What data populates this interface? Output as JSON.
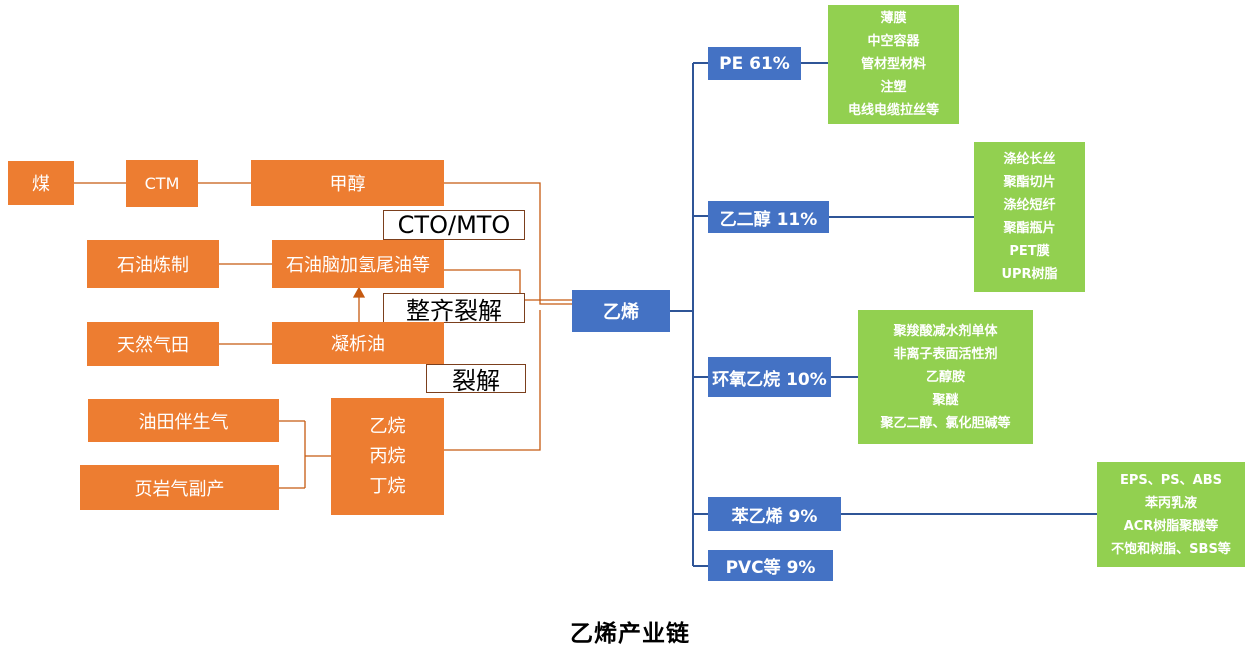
{
  "title": "乙烯产业链",
  "sources": {
    "coal": "煤",
    "ctm": "CTM",
    "methanol": "甲醇",
    "refining": "石油炼制",
    "naphtha": "石油脑加氢尾油等",
    "gasfield": "天然气田",
    "condensate": "凝析油",
    "associated_gas": "油田伴生气",
    "shale_gas": "页岩气副产",
    "alkanes": [
      "乙烷",
      "丙烷",
      "丁烷"
    ]
  },
  "processes": {
    "cto_mto": "CTO/MTO",
    "steam_cracking": "整齐裂解",
    "cracking": "裂解"
  },
  "center": "乙烯",
  "products": [
    {
      "label": "PE 61%",
      "uses": [
        "薄膜",
        "中空容器",
        "管材型材料",
        "注塑",
        "电线电缆拉丝等"
      ]
    },
    {
      "label": "乙二醇 11%",
      "uses": [
        "涤纶长丝",
        "聚酯切片",
        "涤纶短纤",
        "聚酯瓶片",
        "PET膜",
        "UPR树脂"
      ]
    },
    {
      "label": "环氧乙烷 10%",
      "uses": [
        "聚羧酸减水剂单体",
        "非离子表面活性剂",
        "乙醇胺",
        "聚醚",
        "聚乙二醇、氯化胆碱等"
      ]
    },
    {
      "label": "苯乙烯 9%",
      "uses": [
        "EPS、PS、ABS",
        "苯丙乳液",
        "ACR树脂聚醚等",
        "不饱和树脂、SBS等"
      ]
    },
    {
      "label": "PVC等 9%",
      "uses": []
    }
  ],
  "colors": {
    "source": "#ED7D31",
    "product": "#4472C4",
    "use": "#92D050",
    "connector_left": "#C55A11",
    "connector_right": "#2F5597"
  }
}
